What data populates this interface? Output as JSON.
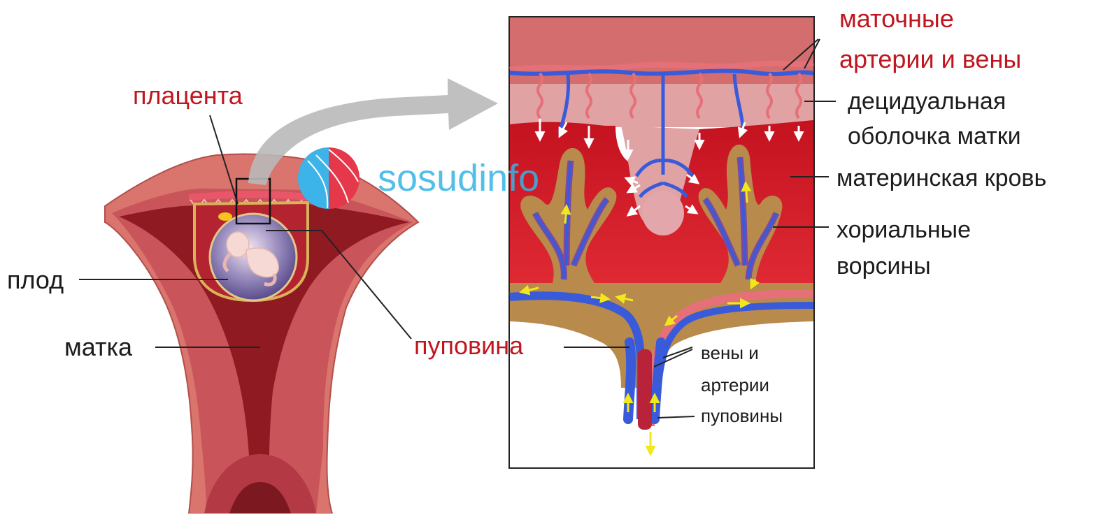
{
  "labels": {
    "placenta": "плацента",
    "fetus": "плод",
    "uterus": "матка",
    "umbilical_cord": "пуповина",
    "uterine_vessels_line1": "маточные",
    "uterine_vessels_line2": "артерии и вены",
    "decidua_line1": "децидуальная",
    "decidua_line2": "оболочка матки",
    "maternal_blood": "материнская кровь",
    "villi_line1": "хориальные",
    "villi_line2": "ворсины",
    "cord_vessels_line1": "вены и",
    "cord_vessels_line2": "артерии",
    "cord_vessels_line3": "пуповины"
  },
  "watermark": "sosudinfo",
  "colors": {
    "label_red": "#c0161f",
    "label_dark": "#1c1c1c",
    "uterus_wall": "#d9756d",
    "uterus_dark": "#8f1a22",
    "maternal_blood": "#d7202d",
    "decidua": "#e0a2a3",
    "vein_blue": "#3a5bd9",
    "artery_pink": "#e57078",
    "villi_tan": "#b88a4b",
    "flow_yellow": "#f0e81c",
    "watermark_blue": "#35b5e6"
  }
}
